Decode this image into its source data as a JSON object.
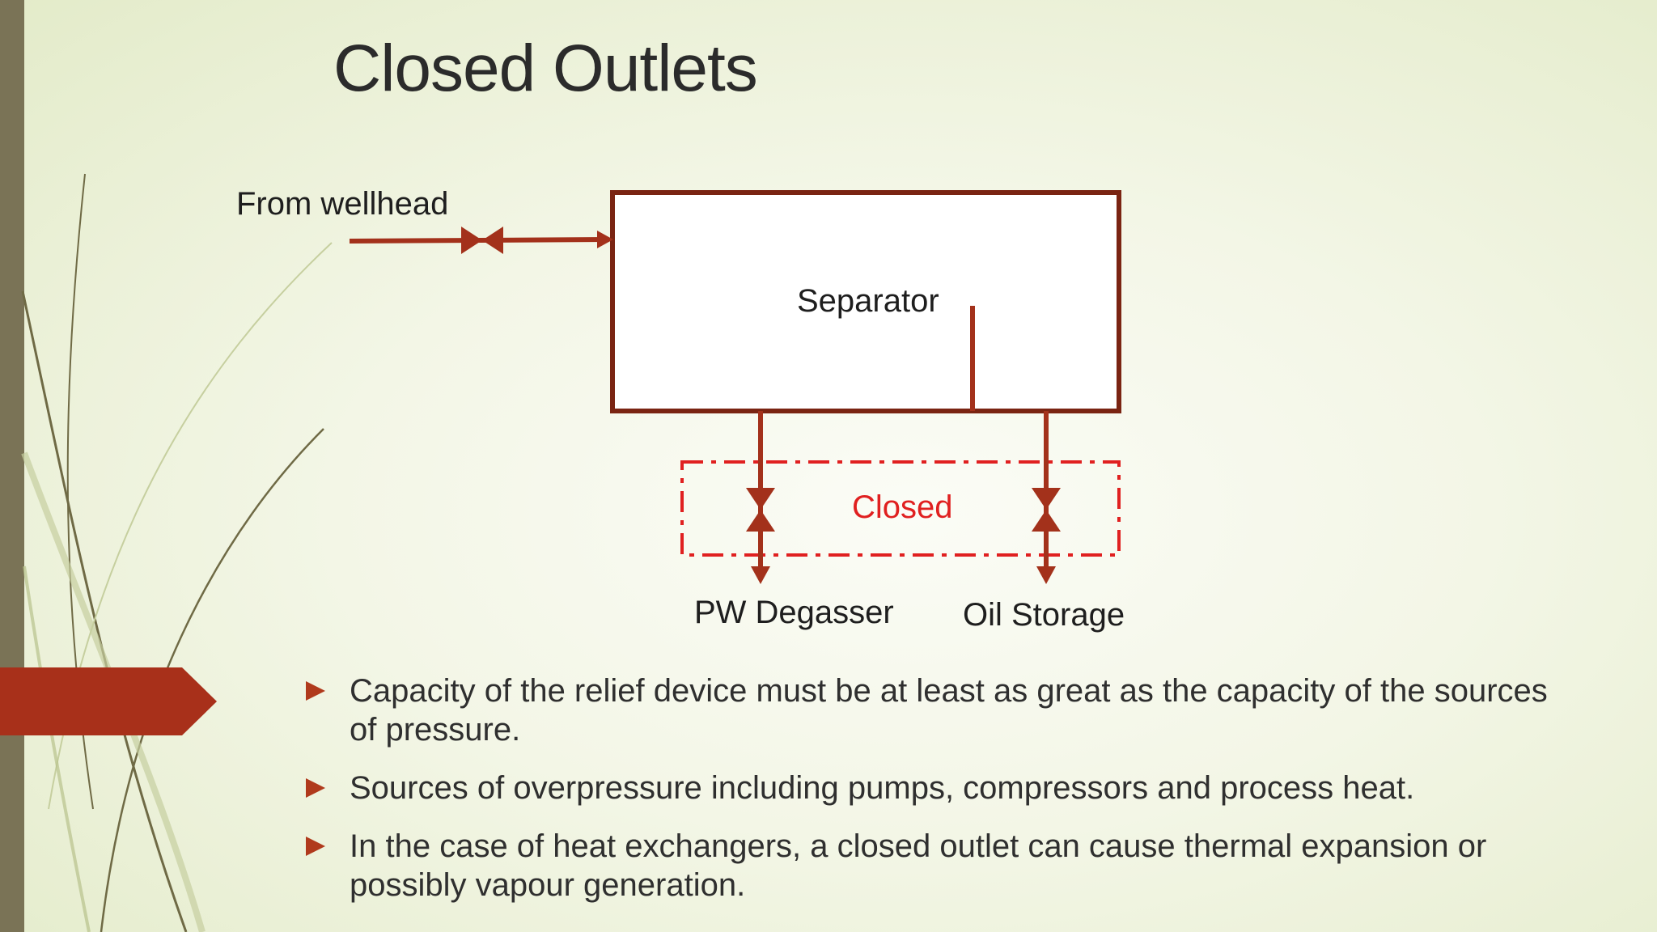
{
  "slide": {
    "title": "Closed Outlets"
  },
  "diagram": {
    "inlet_label": "From wellhead",
    "vessel_label": "Separator",
    "closed_label": "Closed",
    "outlet_left_label": "PW Degasser",
    "outlet_right_label": "Oil Storage"
  },
  "bullets": [
    "Capacity of the relief device must be at least as great as the capacity of the sources of pressure.",
    "Sources of overpressure including pumps, compressors and process heat.",
    "In the case of heat exchangers, a closed outlet can cause thermal expansion or possibly vapour generation."
  ],
  "colors": {
    "pipe": "#a3311b",
    "vessel_outline": "#7a2412",
    "closed_boundary": "#e02020",
    "accent_ribbon": "#a8301a",
    "side_bar": "#7a7356"
  }
}
